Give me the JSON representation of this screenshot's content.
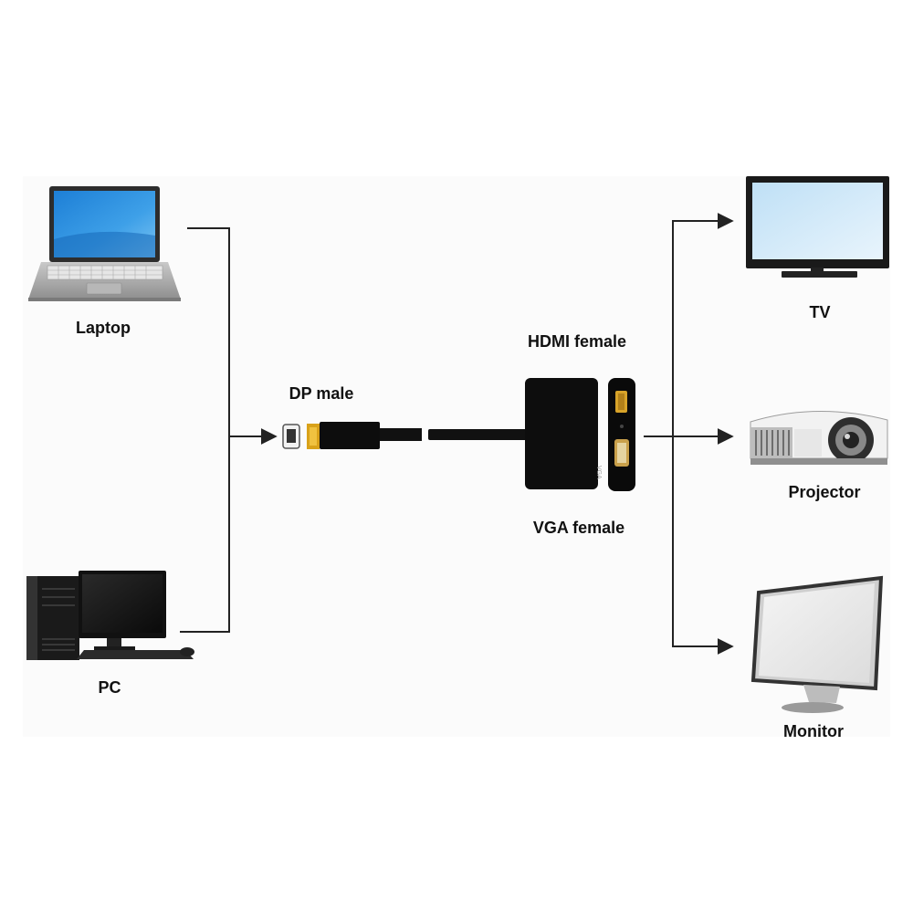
{
  "sources": [
    {
      "id": "laptop",
      "label": "Laptop",
      "icon": "laptop-icon"
    },
    {
      "id": "pc",
      "label": "PC",
      "icon": "desktop-pc-icon"
    }
  ],
  "adapter": {
    "input_label": "DP male",
    "output_labels": [
      "HDMI female",
      "VGA female"
    ]
  },
  "destinations": [
    {
      "id": "tv",
      "label": "TV",
      "icon": "tv-icon"
    },
    {
      "id": "projector",
      "label": "Projector",
      "icon": "projector-icon"
    },
    {
      "id": "monitor",
      "label": "Monitor",
      "icon": "monitor-icon"
    }
  ],
  "colors": {
    "line": "#222222",
    "adapter_body": "#0d0d0d",
    "dp_connector_gold": "#d9a21a",
    "screen_blue": "#2f8fd8",
    "background": "#fbfbfb"
  }
}
